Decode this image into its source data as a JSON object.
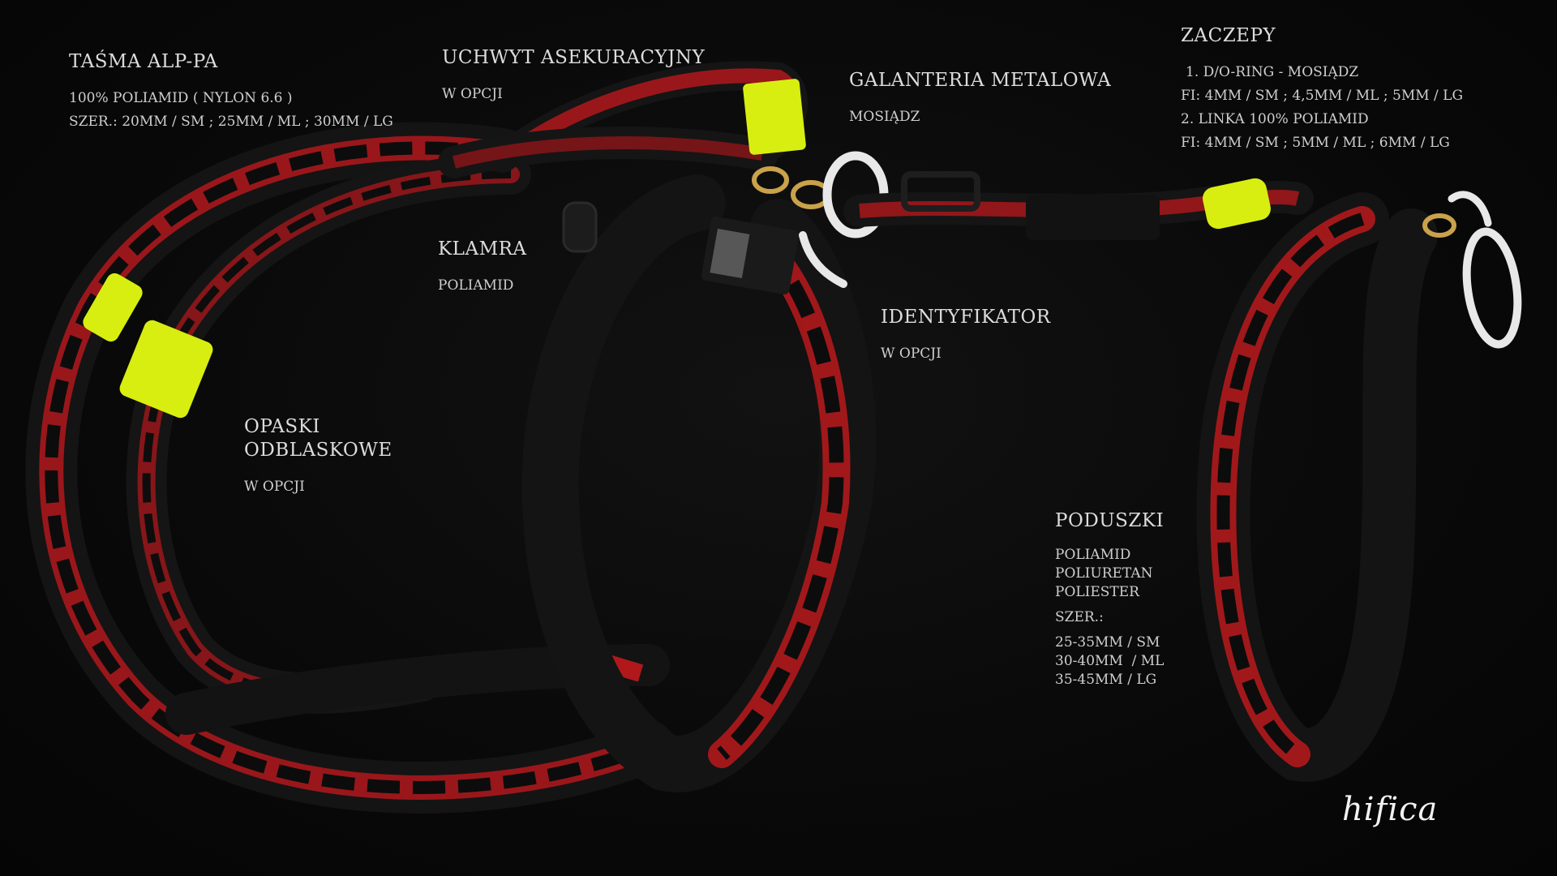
{
  "labels": {
    "tasma": {
      "title": "TAŚMA ALP-PA",
      "lines": [
        "100% POLIAMID ( NYLON 6.6 )",
        "SZER.: 20MM / SM ; 25MM / ML ; 30MM / LG"
      ]
    },
    "uchwyt": {
      "title": "UCHWYT ASEKURACYJNY",
      "lines": [
        "W OPCJI"
      ]
    },
    "galanteria": {
      "title": "GALANTERIA METALOWA",
      "lines": [
        "MOSIĄDZ"
      ]
    },
    "zaczepy": {
      "title": "ZACZEPY",
      "lines": [
        "1. D/O-RING - MOSIĄDZ",
        "FI: 4MM / SM ; 4,5MM / ML ; 5MM / LG",
        "2. LINKA 100% POLIAMID",
        "FI: 4MM / SM ; 5MM / ML ; 6MM / LG"
      ]
    },
    "klamra": {
      "title": "KLAMRA",
      "lines": [
        "POLIAMID"
      ]
    },
    "identyfikator": {
      "title": "IDENTYFIKATOR",
      "lines": [
        "W OPCJI"
      ]
    },
    "opaski": {
      "title_1": "OPASKI",
      "title_2": "ODBLASKOWE",
      "lines": [
        "W OPCJI"
      ]
    },
    "poduszki": {
      "title": "PODUSZKI",
      "materials": [
        "POLIAMID",
        "POLIURETAN",
        "POLIESTER"
      ],
      "width_label": "SZER.:",
      "sizes": [
        "25-35MM / SM",
        "30-40MM  / ML",
        "35-45MM / LG"
      ]
    }
  },
  "logo": "hifica",
  "colors": {
    "background": "#080808",
    "padding": "#111111",
    "webbing_red": "#b0181c",
    "reflective_yellow": "#d8ee10",
    "brass": "#c9a24a",
    "rope": "#e8e8e8",
    "text": "#d9d9d9"
  }
}
